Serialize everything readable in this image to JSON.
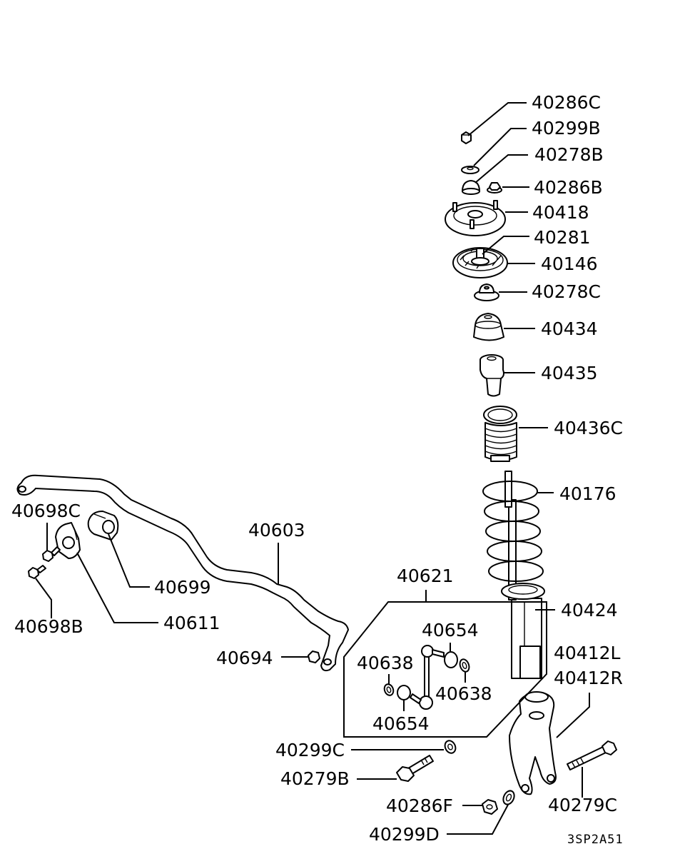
{
  "diagram": {
    "code": "3SP2A51",
    "labels": {
      "p40286C": "40286C",
      "p40299B": "40299B",
      "p40278B": "40278B",
      "p40286B": "40286B",
      "p40418": "40418",
      "p40281": "40281",
      "p40146": "40146",
      "p40278C": "40278C",
      "p40434": "40434",
      "p40435": "40435",
      "p40436C": "40436C",
      "p40176": "40176",
      "p40424": "40424",
      "p40412L": "40412L",
      "p40412R": "40412R",
      "p40603": "40603",
      "p40698C": "40698C",
      "p40699": "40699",
      "p40611": "40611",
      "p40698B": "40698B",
      "p40694": "40694",
      "p40621": "40621",
      "p40654a": "40654",
      "p40638a": "40638",
      "p40638b": "40638",
      "p40654b": "40654",
      "p40299C": "40299C",
      "p40279B": "40279B",
      "p40279C": "40279C",
      "p40286F": "40286F",
      "p40299D": "40299D"
    }
  }
}
